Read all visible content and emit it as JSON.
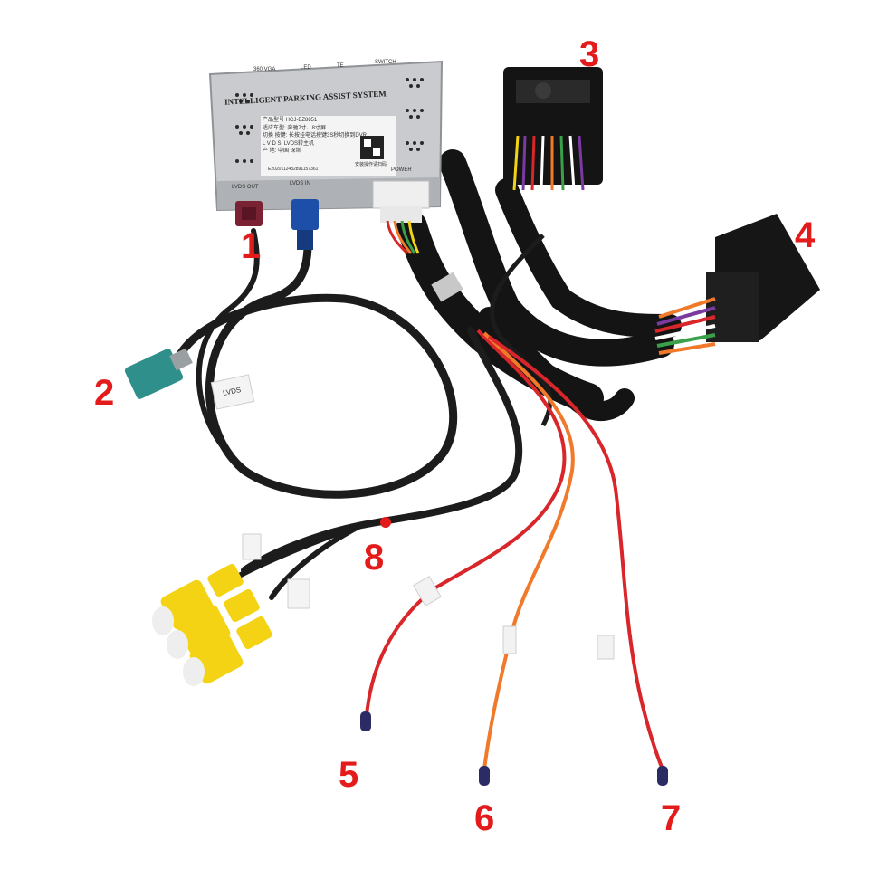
{
  "module": {
    "title": "INTELLIGENT PARKING ASSIST SYSTEM",
    "port_labels": {
      "p360": "360 VGA",
      "led": "LED",
      "te": "TE",
      "switch": "SWITCH",
      "lvds_out": "LVDS OUT",
      "lvds_in": "LVDS IN",
      "power": "POWER"
    },
    "sticker_lines": [
      "产品型号  HCJ-BZ8851",
      "适应车型:  奔驰7寸、8寸屏",
      "切换  按键:  长按挂电话按键3S秒切换到DVR",
      "L V D S:  LVDS转主机",
      "产    地:  中国  深圳"
    ],
    "serial": "E2020112482891157361",
    "qr_caption": "安装操作请扫码"
  },
  "callouts": [
    "1",
    "2",
    "3",
    "4",
    "5",
    "6",
    "7",
    "8"
  ],
  "wire_tag": "LVDS",
  "colors": {
    "callout": "#e31b1b",
    "cable": "#1c1c1c",
    "red_wire": "#d8262a",
    "orange_wire": "#f07a2a",
    "fakra_blue": "#1e4fa8",
    "fakra_teal": "#2f8f8a",
    "fakra_maroon": "#7a2233",
    "rca_yellow": "#f3d313"
  }
}
